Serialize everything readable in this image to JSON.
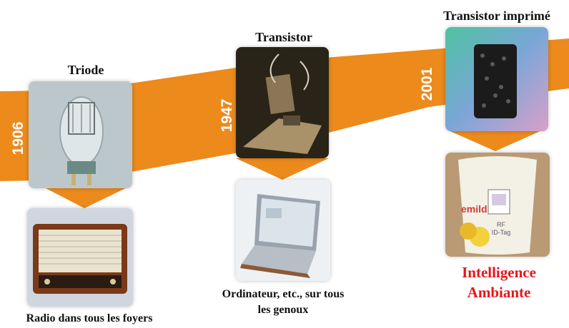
{
  "timeline": {
    "band_color": "#ec8a1c",
    "milestones": [
      {
        "year": "1906",
        "device": "Triode",
        "application": "Radio dans tous les foyers"
      },
      {
        "year": "1947",
        "device": "Transistor",
        "application_line1": "Ordinateur, etc., sur tous",
        "application_line2": "les genoux"
      },
      {
        "year": "2001",
        "device": "Transistor imprimé",
        "application_line1": "Intelligence",
        "application_line2": "Ambiante"
      }
    ]
  },
  "images": {
    "yogurt_brand": "emild",
    "tag_line1": "RF",
    "tag_line2": "ID-Tag"
  }
}
